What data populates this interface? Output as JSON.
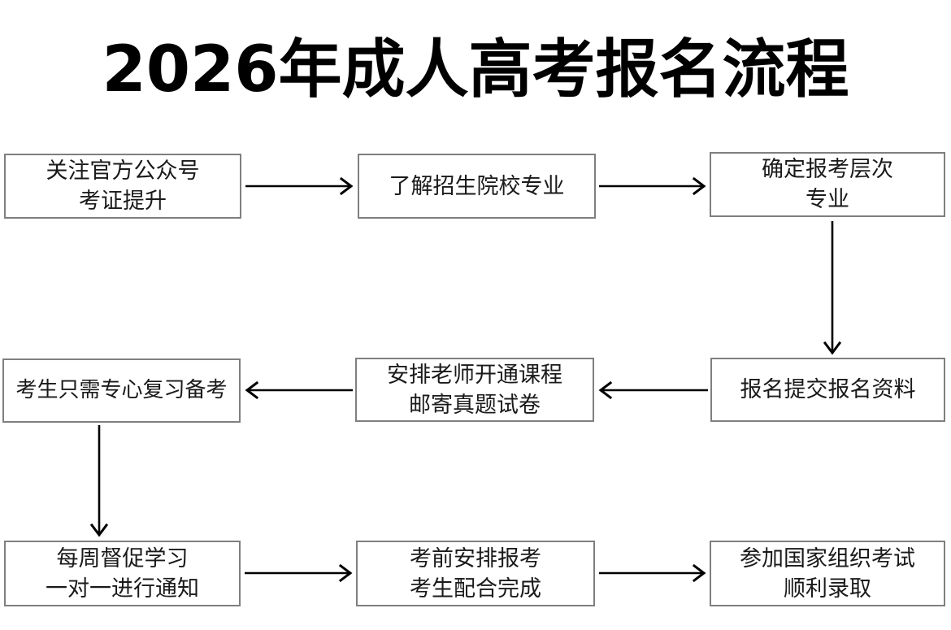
{
  "page": {
    "title": "2026年成人高考报名流程",
    "background_color": "#ffffff",
    "box_border_color": "#7f7f7f",
    "box_fill_color": "#ffffff",
    "arrow_color": "#000000",
    "text_color": "#1a1a1a",
    "title_color": "#000000"
  },
  "chart_data": {
    "type": "diagram",
    "diagram_type": "flowchart",
    "title": "2026年成人高考报名流程",
    "nodes": [
      {
        "id": "node-1",
        "order": 1,
        "lines": [
          "关注官方公众号",
          "考证提升"
        ],
        "row": 1,
        "col": 1
      },
      {
        "id": "node-2",
        "order": 2,
        "lines": [
          "了解招生院校专业"
        ],
        "row": 1,
        "col": 2
      },
      {
        "id": "node-3",
        "order": 3,
        "lines": [
          "确定报考层次",
          "专业"
        ],
        "row": 1,
        "col": 3
      },
      {
        "id": "node-6",
        "order": 4,
        "lines": [
          "报名提交报名资料"
        ],
        "row": 2,
        "col": 3
      },
      {
        "id": "node-5",
        "order": 5,
        "lines": [
          "安排老师开通课程",
          "邮寄真题试卷"
        ],
        "row": 2,
        "col": 2
      },
      {
        "id": "node-4",
        "order": 6,
        "lines": [
          "考生只需专心复习备考"
        ],
        "row": 2,
        "col": 1
      },
      {
        "id": "node-7",
        "order": 7,
        "lines": [
          "每周督促学习",
          "一对一进行通知"
        ],
        "row": 3,
        "col": 1
      },
      {
        "id": "node-8",
        "order": 8,
        "lines": [
          "考前安排报考",
          "考生配合完成"
        ],
        "row": 3,
        "col": 2
      },
      {
        "id": "node-9",
        "order": 9,
        "lines": [
          "参加国家组织考试",
          "顺利录取"
        ],
        "row": 3,
        "col": 3
      }
    ],
    "edges": [
      {
        "from": "node-1",
        "to": "node-2",
        "direction": "right"
      },
      {
        "from": "node-2",
        "to": "node-3",
        "direction": "right"
      },
      {
        "from": "node-3",
        "to": "node-6",
        "direction": "down"
      },
      {
        "from": "node-6",
        "to": "node-5",
        "direction": "left"
      },
      {
        "from": "node-5",
        "to": "node-4",
        "direction": "left"
      },
      {
        "from": "node-4",
        "to": "node-7",
        "direction": "down"
      },
      {
        "from": "node-7",
        "to": "node-8",
        "direction": "right"
      },
      {
        "from": "node-8",
        "to": "node-9",
        "direction": "right"
      }
    ]
  },
  "nodes": {
    "n1": {
      "l1": "关注官方公众号",
      "l2": "考证提升"
    },
    "n2": {
      "l1": "了解招生院校专业"
    },
    "n3": {
      "l1": "确定报考层次",
      "l2": "专业"
    },
    "n4": {
      "l1": "考生只需专心复习备考"
    },
    "n5": {
      "l1": "安排老师开通课程",
      "l2": "邮寄真题试卷"
    },
    "n6": {
      "l1": "报名提交报名资料"
    },
    "n7": {
      "l1": "每周督促学习",
      "l2": "一对一进行通知"
    },
    "n8": {
      "l1": "考前安排报考",
      "l2": "考生配合完成"
    },
    "n9": {
      "l1": "参加国家组织考试",
      "l2": "顺利录取"
    }
  }
}
